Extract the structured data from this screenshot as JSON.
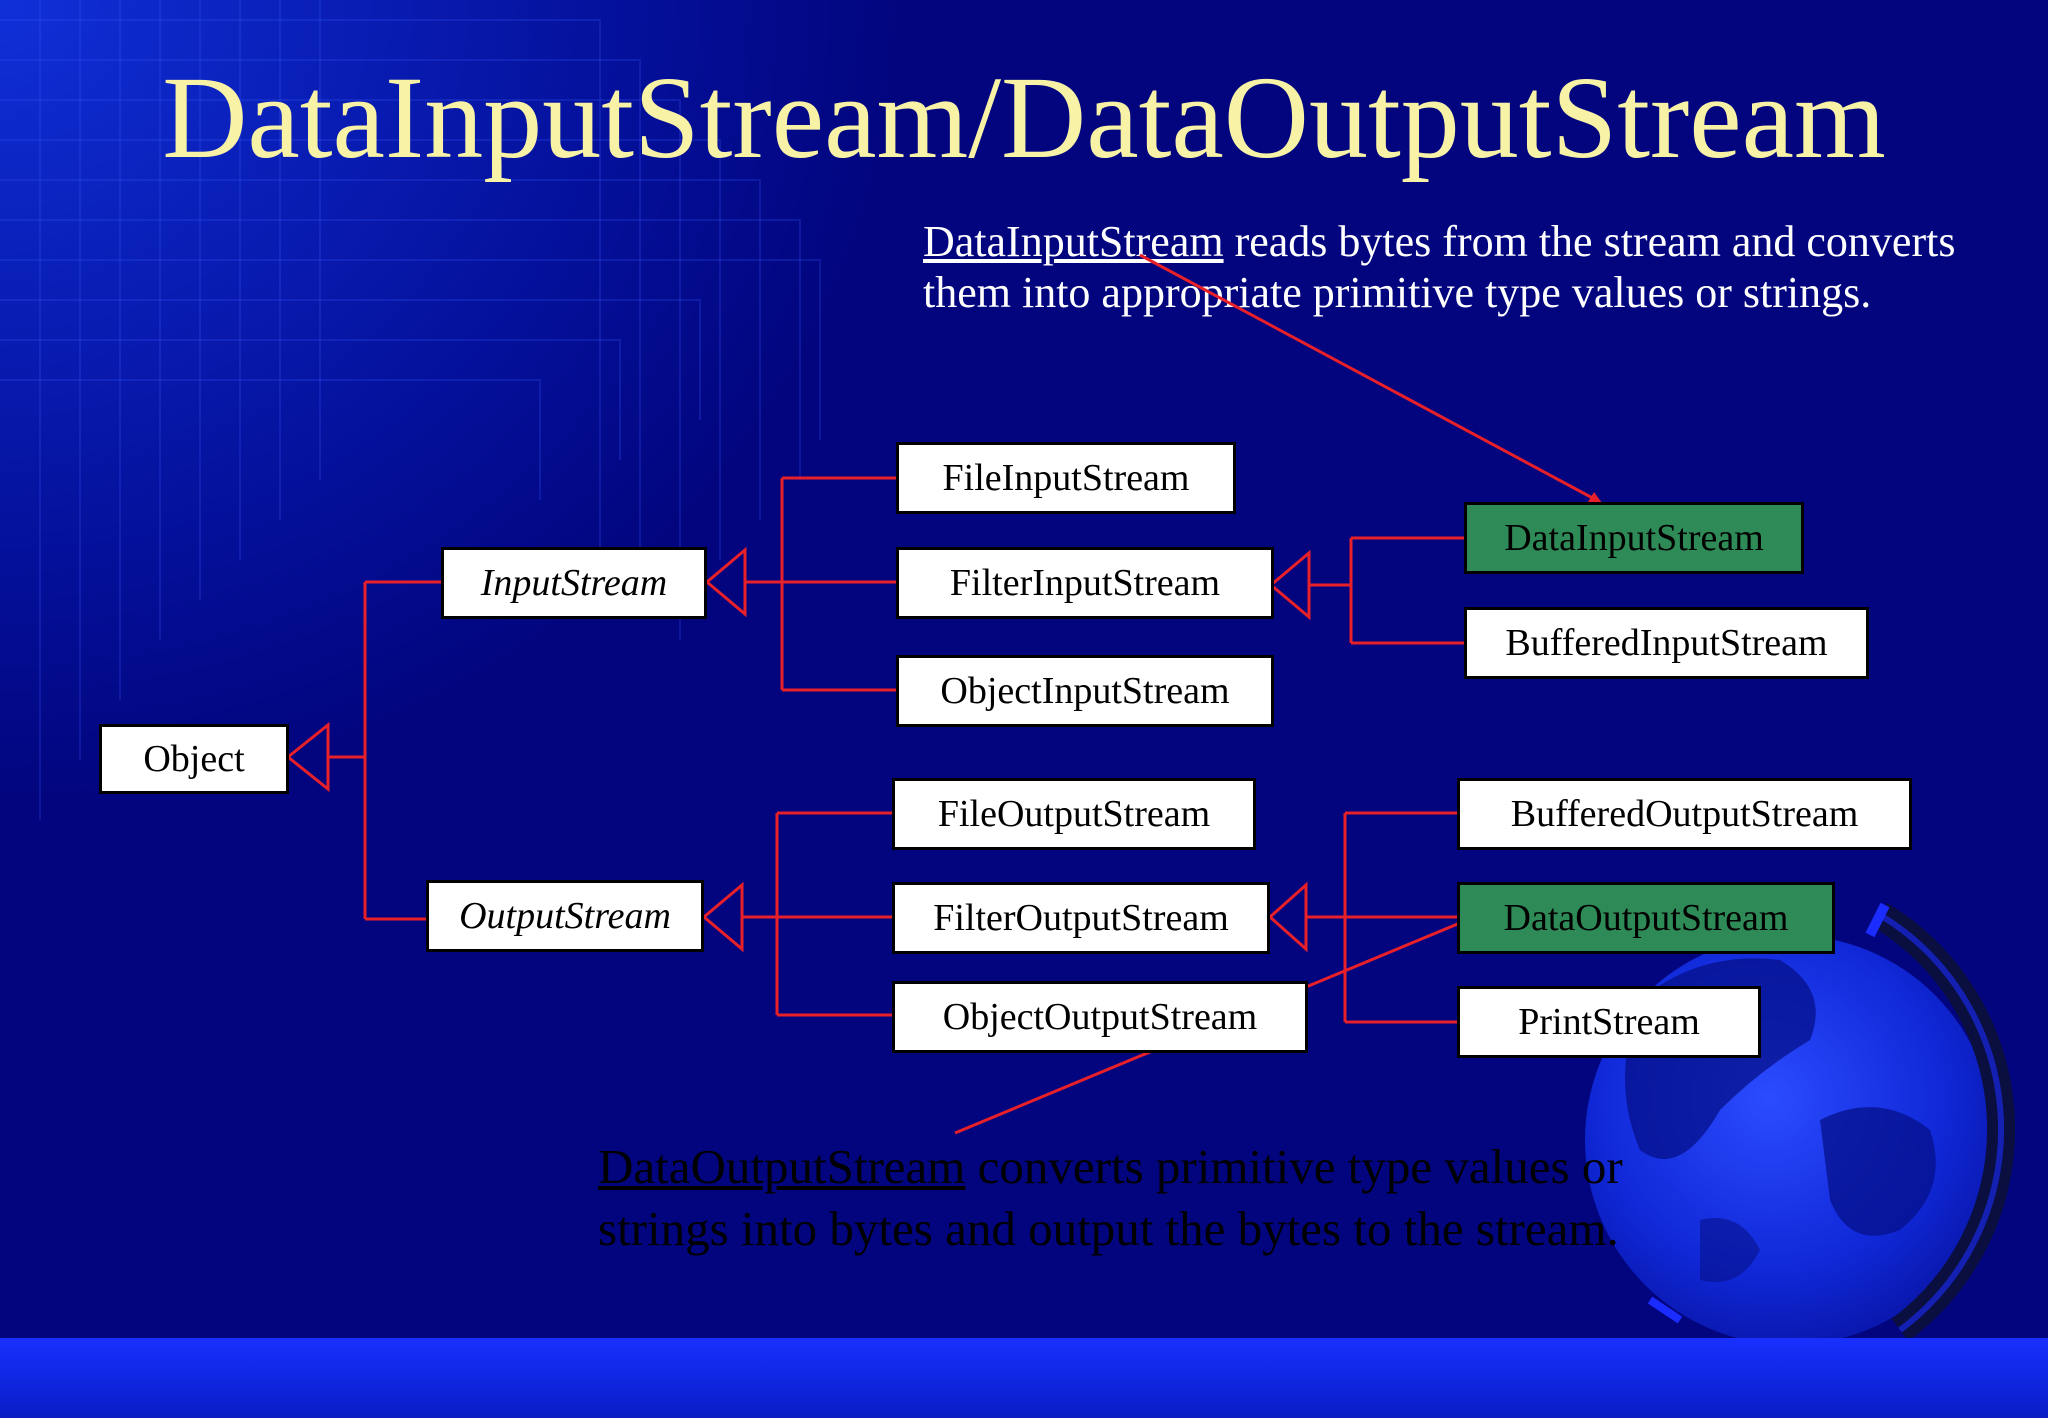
{
  "title": "DataInputStream/DataOutputStream",
  "captions": {
    "input": {
      "class_name": "DataInputStream",
      "text": " reads bytes from the stream and converts them into appropriate primitive type values or strings."
    },
    "output": {
      "class_name": "DataOutputStream",
      "text": " converts primitive type values or strings into bytes and output the bytes to the stream."
    }
  },
  "nodes": {
    "object": "Object",
    "input_stream": "InputStream",
    "output_stream": "OutputStream",
    "file_input_stream": "FileInputStream",
    "filter_input_stream": "FilterInputStream",
    "object_input_stream": "ObjectInputStream",
    "file_output_stream": "FileOutputStream",
    "filter_output_stream": "FilterOutputStream",
    "object_output_stream": "ObjectOutputStream",
    "data_input_stream": "DataInputStream",
    "buffered_input_stream": "BufferedInputStream",
    "buffered_output_stream": "BufferedOutputStream",
    "data_output_stream": "DataOutputStream",
    "print_stream": "PrintStream"
  },
  "colors": {
    "background": "#02057e",
    "title": "#f7f2a6",
    "connector": "#e8202a",
    "highlight_node": "#2e8b57"
  }
}
